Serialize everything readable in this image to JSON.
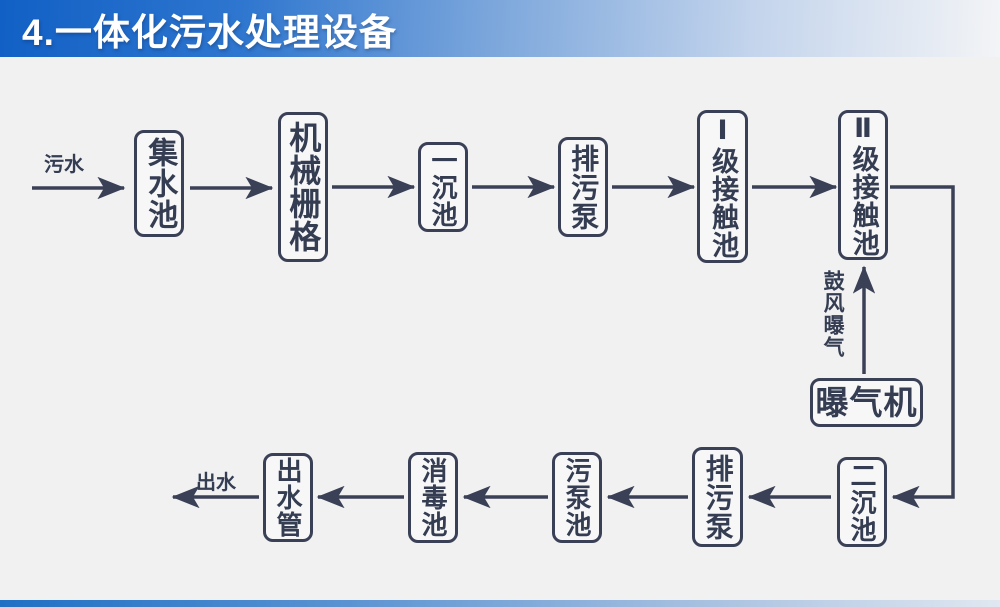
{
  "header": {
    "title": "4.一体化污水处理设备"
  },
  "flow": {
    "inflow_label": "污水",
    "outflow_label": "出水",
    "aeration_label": "鼓风曝气",
    "nodes": {
      "collection_tank": "集水池",
      "mechanical_grid": "机械栅格",
      "primary_sedimentation_tank": "一沉池",
      "sewage_pump_top": "排污泵",
      "level1_contact_tank": "Ⅰ级接触池",
      "level2_contact_tank": "Ⅱ级接触池",
      "aerator": "曝气机",
      "secondary_sedimentation_tank": "二沉池",
      "sewage_pump_bottom": "排污泵",
      "sludge_pump_tank": "污泵池",
      "disinfection_tank": "消毒池",
      "outlet_pipe": "出水管"
    },
    "colors": {
      "ink": "#3a4156",
      "header_blue": "#1160c5",
      "background": "#f1f1f2"
    }
  }
}
